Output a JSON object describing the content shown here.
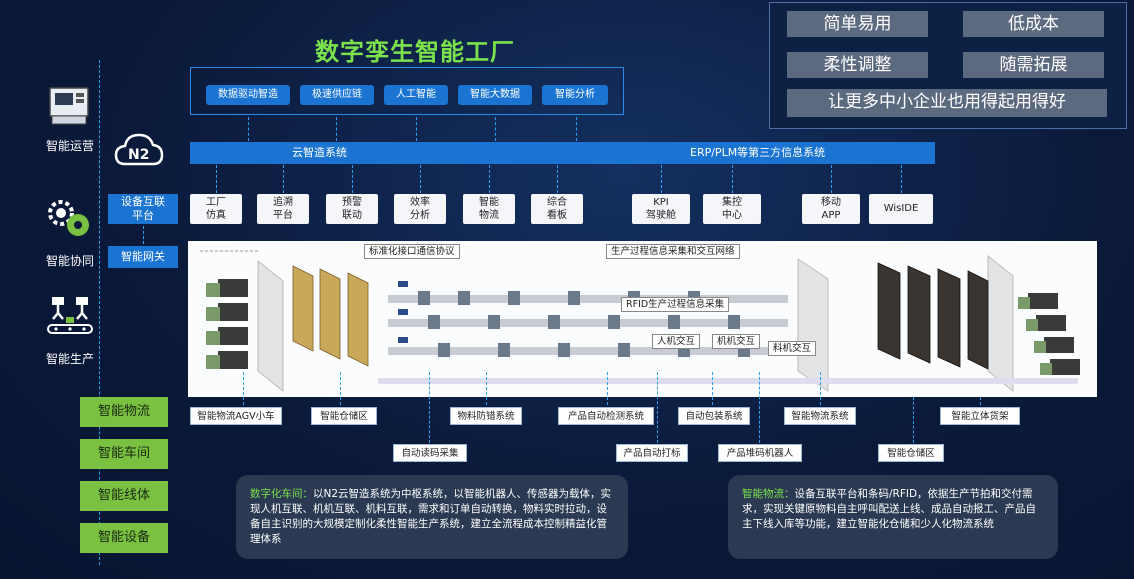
{
  "title": "数字孪生智能工厂",
  "top_features": [
    "数据驱动智造",
    "极速供应链",
    "人工智能",
    "智能大数据",
    "智能分析"
  ],
  "advantages": {
    "row1": [
      "简单易用",
      "低成本"
    ],
    "row2": [
      "柔性调整",
      "随需拓展"
    ],
    "slogan": "让更多中小企业也用得起用得好"
  },
  "left_panel": {
    "ops_label": "智能运营",
    "cloud_glyph": "N2",
    "collab_label": "智能协同",
    "prod_label": "智能生产",
    "platform_lines": [
      "设备互联",
      "平台"
    ],
    "gateway": "智能网关"
  },
  "cloud_bar": {
    "left": "云智造系统",
    "right": "ERP/PLM等第三方信息系统"
  },
  "modules": [
    [
      "工厂",
      "仿真"
    ],
    [
      "追溯",
      "平台"
    ],
    [
      "预警",
      "联动"
    ],
    [
      "效率",
      "分析"
    ],
    [
      "智能",
      "物流"
    ],
    [
      "综合",
      "看板"
    ],
    [
      "KPI",
      "驾驶舱"
    ],
    [
      "集控",
      "中心"
    ],
    [
      "移动",
      "APP"
    ],
    [
      "WisIDE"
    ]
  ],
  "factory_callouts": {
    "protocol": "标准化接口通信协议",
    "network": "生产过程信息采集和交互网络",
    "rfid": "RFID生产过程信息采集",
    "hmi": "人机交互",
    "m2m": "机机交互",
    "material": "料机交互"
  },
  "levels": [
    "智能物流",
    "智能车间",
    "智能线体",
    "智能设备"
  ],
  "bottom_labels_row1": [
    "智能物流AGV小车",
    "智能仓储区",
    "物料防错系统",
    "产品自动检测系统",
    "自动包装系统",
    "智能物流系统",
    "智能立体货架"
  ],
  "bottom_labels_row2": [
    "自动读码采集",
    "产品自动打标",
    "产品堆码机器人",
    "智能仓储区"
  ],
  "notes": {
    "left_title": "数字化车间：",
    "left_body": "以N2云智造系统为中枢系统，以智能机器人、传感器为载体，实现人机互联、机机互联、机料互联，需求和订单自动转换，物料实时拉动，设备自主识别的大规模定制化柔性智能生产系统，建立全流程成本控制精益化管理体系",
    "right_title": "智能物流：",
    "right_body": "设备互联平台和条码/RFID，依据生产节拍和交付需求，实现关键原物料自主呼叫配送上线、成品自动报工、产品自主下线入库等功能，建立智能化仓储和少人化物流系统"
  },
  "colors": {
    "accent_green": "#7be24b",
    "blue": "#1b74d1",
    "bg": "#0b1a3a"
  }
}
